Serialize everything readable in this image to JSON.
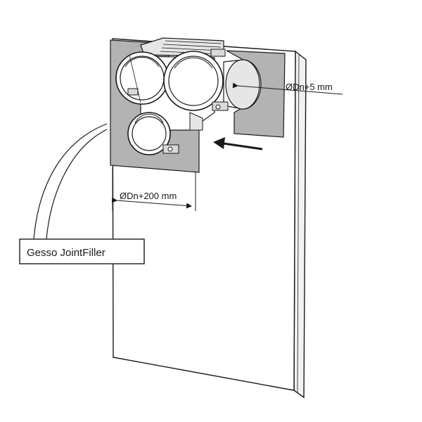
{
  "labels": {
    "pipe_clearance": "ØDn+5 mm",
    "cutout_width": "ØDn+200 mm",
    "filler_callout": "Gesso JointFiller"
  },
  "colors": {
    "line": "#1a1a1a",
    "gray_fill": "#b3b3b3",
    "light_gray": "#d9d9d9",
    "board": "#ffffff"
  },
  "icons": [
    "arrow-left-icon",
    "dimension-arrow-icon"
  ]
}
